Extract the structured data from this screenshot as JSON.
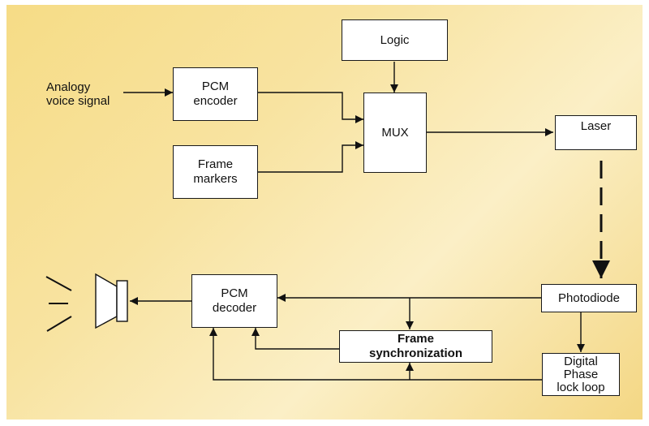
{
  "blocks": {
    "logic": "Logic",
    "pcm_encoder": "PCM\nencoder",
    "frame_markers": "Frame\nmarkers",
    "mux": "MUX",
    "laser": "Laser",
    "photodiode": "Photodiode",
    "pcm_decoder": "PCM\ndecoder",
    "frame_sync": "Frame\nsynchronization",
    "dpll": "Digital\nPhase\nlock loop"
  },
  "input_label": "Analogy\nvoice signal",
  "colors": {
    "background": "#f8e3a0",
    "line": "#111111",
    "box_fill": "#ffffff"
  },
  "icons": {
    "output_device": "speaker-icon",
    "sound": "sound-waves-icon"
  }
}
